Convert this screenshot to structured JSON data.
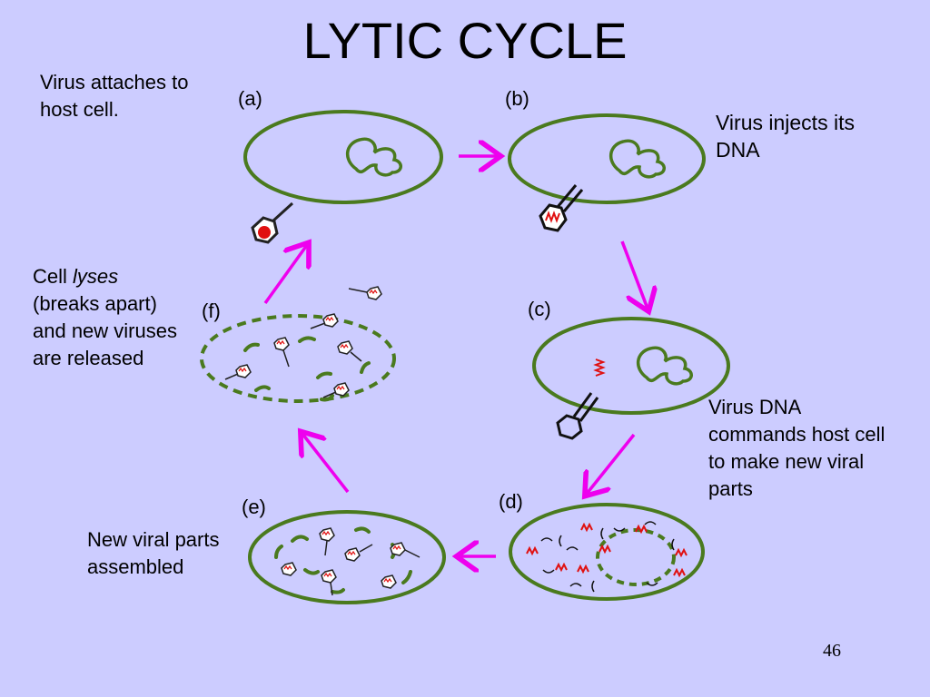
{
  "title": "LYTIC CYCLE",
  "notes": {
    "attach": [
      "Virus attaches to",
      "host cell."
    ],
    "inject": [
      "Virus injects its",
      "DNA"
    ],
    "lyse_prefix": "Cell ",
    "lyse_word": "lyses",
    "lyse_rest": [
      "(breaks apart)",
      "and new viruses",
      "are released"
    ],
    "commands": [
      "Virus DNA",
      "commands host cell",
      "to make new viral",
      "parts"
    ],
    "assembled": [
      "New viral parts",
      "assembled"
    ]
  },
  "stages": {
    "a": "(a)",
    "b": "(b)",
    "c": "(c)",
    "d": "(d)",
    "e": "(e)",
    "f": "(f)"
  },
  "slide_number": "46",
  "colors": {
    "background": "#CCCCFF",
    "cell_outline": "#4A7A1E",
    "arrow": "#EE00EE",
    "viral_dna": "#E01010",
    "virus_outline": "#000000"
  }
}
